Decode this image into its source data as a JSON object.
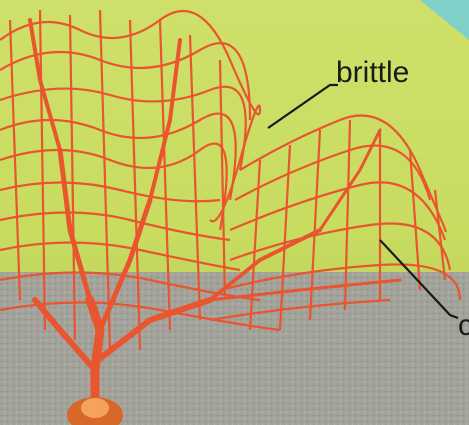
{
  "scene": {
    "subject": "sea fan coral",
    "colors": {
      "background_top": "#cfe06a",
      "background_bottom": "#9e9e98",
      "coral": "#e8552e",
      "coral_dark": "#c63c1c",
      "label_text": "#1a1a1a"
    }
  },
  "labels": {
    "top": "brittle",
    "bottom_partial": "c"
  }
}
